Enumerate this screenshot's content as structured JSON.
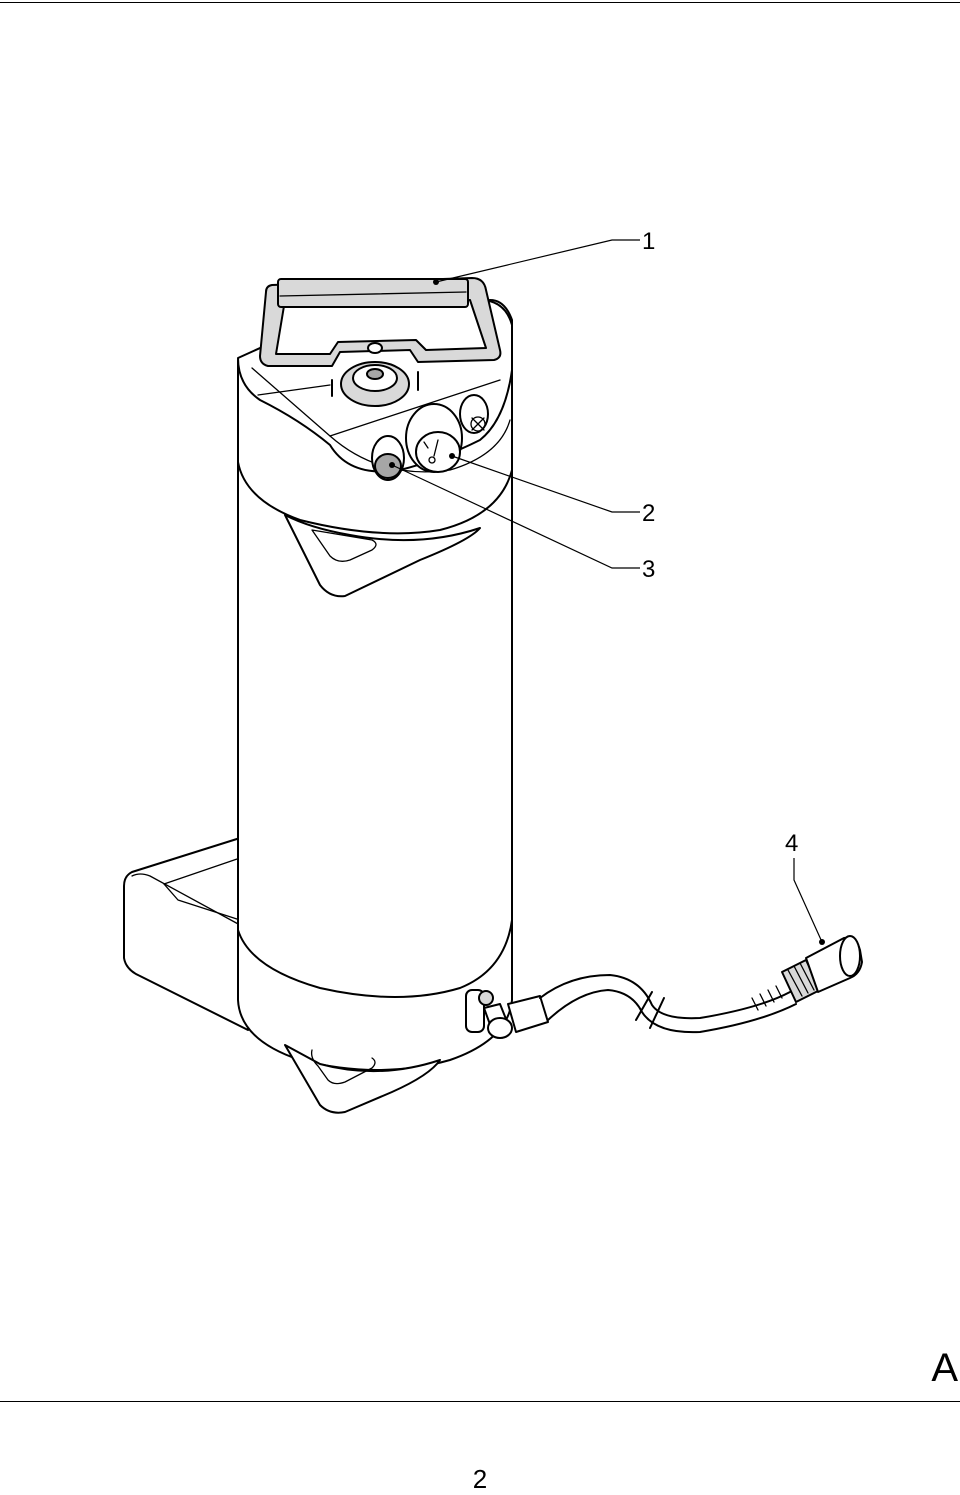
{
  "callouts": [
    {
      "id": "1",
      "label": "1"
    },
    {
      "id": "2",
      "label": "2"
    },
    {
      "id": "3",
      "label": "3"
    },
    {
      "id": "4",
      "label": "4"
    }
  ],
  "figure_label": "A",
  "page_number": "2"
}
